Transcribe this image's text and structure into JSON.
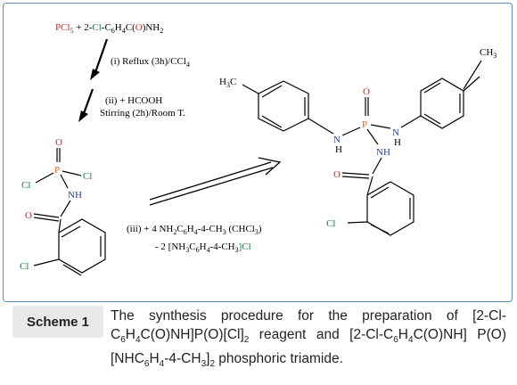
{
  "scheme": {
    "reagents": {
      "pcl5": "PCl",
      "pcl5_sub": "5",
      "plus": " + 2-",
      "cl": "Cl",
      "ring_part": "-C",
      "c6h4_sub1": "6",
      "h4": "H",
      "c6h4_sub2": "4",
      "c_open": "C(",
      "o": "O",
      "close_n": ")NH",
      "nh2_sub": "2"
    },
    "step1": "(i) Reflux (3h)/CCl",
    "step1_sub": "4",
    "step2_line1": "(ii) + HCOOH",
    "step2_line2": "Stirring (2h)/Room T.",
    "step3_line1": "(iii) + 4 NH",
    "step3_line2": "- 2 [NH",
    "step3_sub_2": "2",
    "step3_c6": "C",
    "step3_sub_6": "6",
    "step3_h4": "H",
    "step3_sub_4": "4",
    "step3_ch3": "-4-CH",
    "step3_sub_3": "3",
    "step3_solvent": " (CHCl",
    "step3_solvent_sub": "3",
    "step3_close": ")",
    "step3_nh3": "3",
    "step3_bracket_end": "]Cl",
    "atoms": {
      "O": "O",
      "P": "P",
      "Cl": "Cl",
      "NH": "NH",
      "N": "N",
      "H": "H",
      "CH3": "CH",
      "CH3_sub": "3",
      "H3C": "H",
      "H3C_sub": "3",
      "H3C_end": "C",
      "Cl_dash": "Cl"
    }
  },
  "caption": {
    "badge": "Scheme 1",
    "text_a": "The synthesis procedure for the preparation of [2-Cl-C",
    "sub6a": "6",
    "text_b": "H",
    "sub4a": "4",
    "text_c": "C(O)NH]P(O)[Cl]",
    "sub2a": "2",
    "text_d": " reagent and [2-Cl-C",
    "sub6b": "6",
    "text_e": "H",
    "sub4b": "4",
    "text_f": "C(O)NH] P(O)[NHC",
    "sub6c": "6",
    "text_g": "H",
    "sub4c": "4",
    "text_h": "-4-CH",
    "sub3": "3",
    "text_i": "]",
    "sub2b": "2",
    "text_j": " phosphoric triamide."
  }
}
